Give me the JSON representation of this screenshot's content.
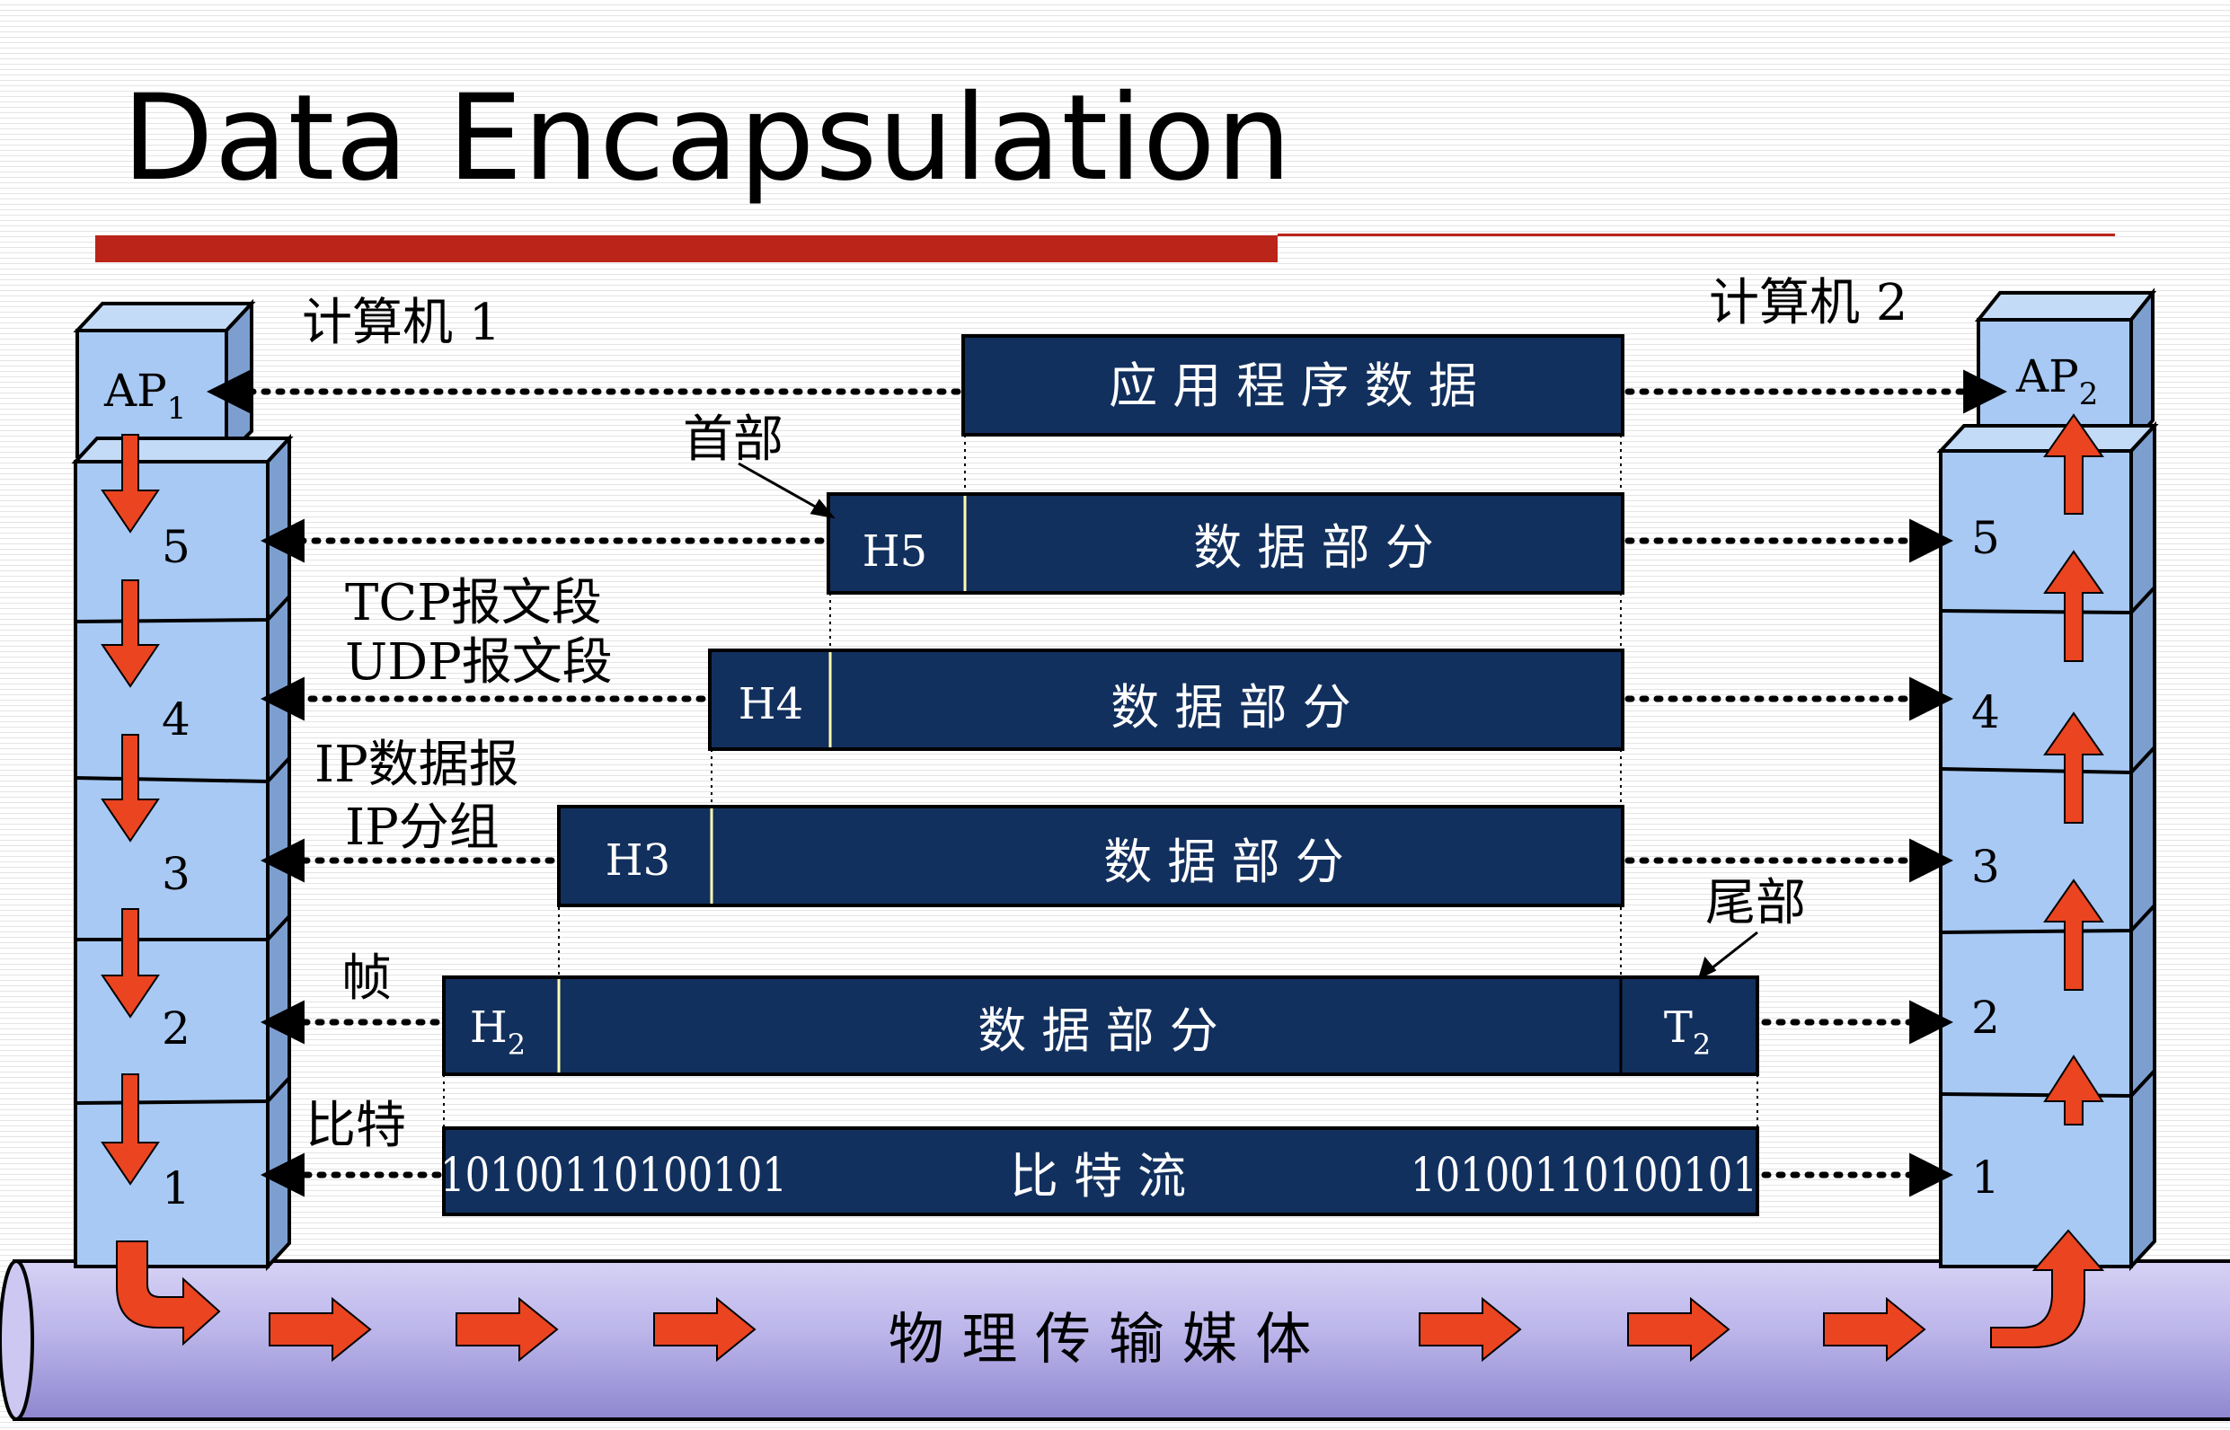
{
  "title": "Data Encapsulation",
  "colors": {
    "title_rule": "#bb2419",
    "packet_fill": "#12305e",
    "packet_text": "#ffffff",
    "stack_front": "#a8c9f4",
    "stack_side": "#7d9fd0",
    "arrow": "#ea4420",
    "medium_tube": "#b9b3e8",
    "header_divider": "#fffbb0"
  },
  "computers": {
    "left": {
      "name": "计算机 1",
      "app": "AP",
      "app_sub": "1",
      "layers": [
        "5",
        "4",
        "3",
        "2",
        "1"
      ]
    },
    "right": {
      "name": "计算机 2",
      "app": "AP",
      "app_sub": "2",
      "layers": [
        "5",
        "4",
        "3",
        "2",
        "1"
      ]
    }
  },
  "labels": {
    "header": "首部",
    "tcp_segment": "TCP报文段",
    "udp_segment": "UDP报文段",
    "ip_datagram": "IP数据报",
    "ip_packet": "IP分组",
    "frame": "帧",
    "bit": "比特",
    "trailer": "尾部"
  },
  "packets": {
    "app_data": "应 用 程 序 数 据",
    "l5": {
      "header": "H5",
      "body": "数  据  部  分"
    },
    "l4": {
      "header": "H4",
      "body": "数    据    部    分"
    },
    "l3": {
      "header": "H3",
      "body": "数      据      部      分"
    },
    "l2": {
      "header": "H",
      "header_sub": "2",
      "body": "数        据        部        分",
      "trailer": "T",
      "trailer_sub": "2"
    },
    "l1": {
      "bits_left": "10100110100101",
      "body": "比  特  流",
      "bits_right": "10100110100101"
    }
  },
  "medium": "物 理 传 输 媒 体"
}
